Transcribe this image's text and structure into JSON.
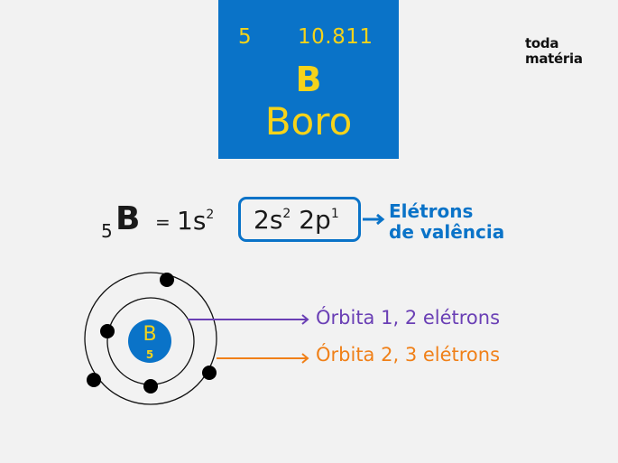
{
  "element_tile": {
    "atomic_number": "5",
    "atomic_mass": "10.811",
    "symbol": "B",
    "name": "Boro",
    "background_color": "#0a73c8",
    "text_color": "#f5d31a"
  },
  "logo": {
    "line1": "toda",
    "line2": "matéria"
  },
  "electron_configuration": {
    "atomic_number": "5",
    "symbol": "B",
    "equals": "=",
    "core": {
      "base": "1s",
      "exp": "2"
    },
    "valence": [
      {
        "base": "2s",
        "exp": "2"
      },
      {
        "base": "2p",
        "exp": "1"
      }
    ],
    "valence_label_line1": "Elétrons",
    "valence_label_line2": "de valência"
  },
  "atom_diagram": {
    "nucleus_symbol": "B",
    "nucleus_number": "5",
    "orbits": [
      {
        "label": "Órbita 1, 2 elétrons",
        "color": "#6a3fb5",
        "electrons": 2
      },
      {
        "label": "Órbita 2, 3 elétrons",
        "color": "#f08018",
        "electrons": 3
      }
    ]
  }
}
